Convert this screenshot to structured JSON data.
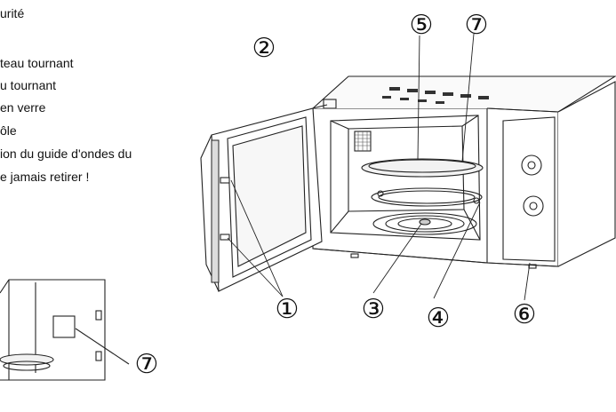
{
  "legend": [
    "urité",
    "teau tournant",
    "u tournant",
    "en verre",
    "ôle",
    "ion du guide d'ondes du",
    "e jamais retirer !"
  ],
  "markers": {
    "door_latch": "①",
    "viewing_window": "②",
    "turntable_shaft": "③",
    "roller_ring": "④",
    "glass_tray": "⑤",
    "control_panel": "⑥",
    "waveguide_cover": "⑦",
    "waveguide_cover_detail": "⑦"
  }
}
